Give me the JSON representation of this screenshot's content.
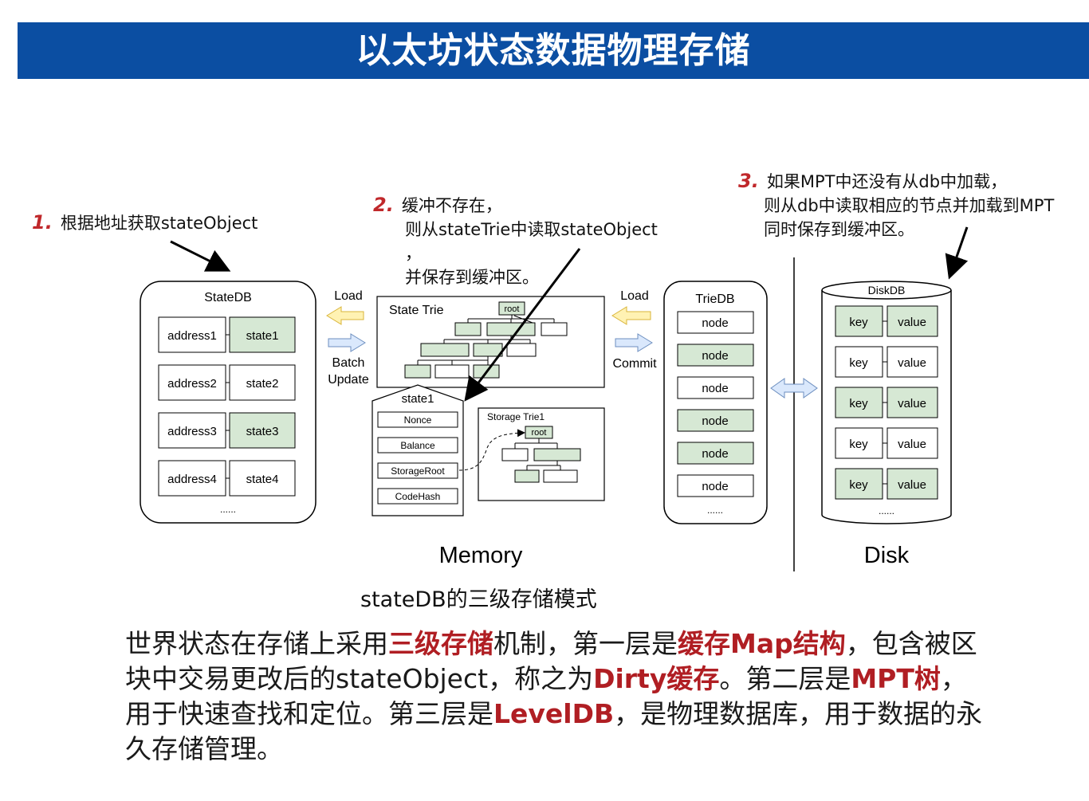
{
  "title": "以太坊状态数据物理存储",
  "annotations": {
    "a1": {
      "num": "1.",
      "text": "根据地址获取stateObject"
    },
    "a2": {
      "num": "2.",
      "lines": [
        "缓冲不存在，",
        "则从stateTrie中读取stateObject",
        "，",
        "并保存到缓冲区。"
      ]
    },
    "a3": {
      "num": "3.",
      "lines": [
        "如果MPT中还没有从db中加载，",
        "则从db中读取相应的节点并加载到MPT",
        "同时保存到缓冲区。"
      ]
    }
  },
  "statedb": {
    "title": "StateDB",
    "rows": [
      {
        "address": "address1",
        "state": "state1",
        "highlight": true
      },
      {
        "address": "address2",
        "state": "state2",
        "highlight": false
      },
      {
        "address": "address3",
        "state": "state3",
        "highlight": true
      },
      {
        "address": "address4",
        "state": "state4",
        "highlight": false
      }
    ],
    "ellipsis": "......"
  },
  "arrows_left": {
    "load": "Load",
    "batch_update_1": "Batch",
    "batch_update_2": "Update"
  },
  "state_trie": {
    "title": "State Trie",
    "root": "root"
  },
  "state1": {
    "title": "state1",
    "fields": [
      "Nonce",
      "Balance",
      "StorageRoot",
      "CodeHash"
    ]
  },
  "storage_trie": {
    "title": "Storage Trie1",
    "root": "root"
  },
  "arrows_right": {
    "load": "Load",
    "commit": "Commit"
  },
  "triedb": {
    "title": "TrieDB",
    "nodes": [
      {
        "label": "node",
        "highlight": false
      },
      {
        "label": "node",
        "highlight": true
      },
      {
        "label": "node",
        "highlight": false
      },
      {
        "label": "node",
        "highlight": true
      },
      {
        "label": "node",
        "highlight": true
      },
      {
        "label": "node",
        "highlight": false
      }
    ],
    "ellipsis": "......"
  },
  "diskdb": {
    "title": "DiskDB",
    "rows": [
      {
        "key": "key",
        "value": "value",
        "highlight": true
      },
      {
        "key": "key",
        "value": "value",
        "highlight": false
      },
      {
        "key": "key",
        "value": "value",
        "highlight": true
      },
      {
        "key": "key",
        "value": "value",
        "highlight": false
      },
      {
        "key": "key",
        "value": "value",
        "highlight": true
      }
    ],
    "ellipsis": "......"
  },
  "labels": {
    "memory": "Memory",
    "disk": "Disk"
  },
  "caption": "stateDB的三级存储模式",
  "paragraph": [
    {
      "text": "世界状态在存储上采用",
      "hl": false
    },
    {
      "text": "三级存储",
      "hl": true
    },
    {
      "text": "机制，第一层是",
      "hl": false
    },
    {
      "text": "缓存Map结构",
      "hl": true
    },
    {
      "text": "，包含被区块中交易更改后的stateObject，称之为",
      "hl": false
    },
    {
      "text": "Dirty缓存",
      "hl": true
    },
    {
      "text": "。第二层是",
      "hl": false
    },
    {
      "text": "MPT树",
      "hl": true
    },
    {
      "text": "，用于快速查找和定位。第三层是",
      "hl": false
    },
    {
      "text": "LevelDB",
      "hl": true
    },
    {
      "text": "，是物理数据库，用于数据的永久存储管理。",
      "hl": false
    }
  ],
  "colors": {
    "title_bar": "#0b4ea2",
    "highlight_fill": "#d6e8d4",
    "accent_red": "#c0282b",
    "arrow_yellow": "#fff2b3",
    "arrow_blue": "#dae8fc"
  }
}
